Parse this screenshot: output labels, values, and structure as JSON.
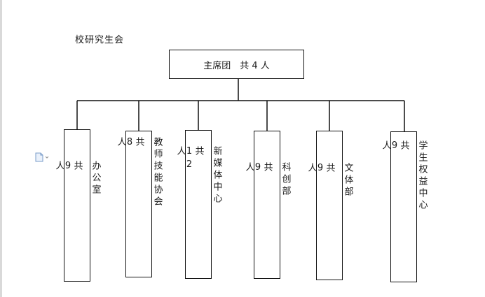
{
  "title": "校研究生会",
  "root": {
    "label": "主席团　共 4 人"
  },
  "departments": [
    {
      "label": "办公室\n\n共\n9\n人"
    },
    {
      "label": "教师技能协会\n\n共\n8\n人"
    },
    {
      "label": "新媒体中心\n\n共\n12\n人"
    },
    {
      "label": "科创部\n\n共\n9\n人"
    },
    {
      "label": "文体部\n\n共\n9\n人"
    },
    {
      "label": "学生权益中心\n\n共\n9\n人"
    }
  ],
  "icons": {
    "doc": "document-icon"
  }
}
